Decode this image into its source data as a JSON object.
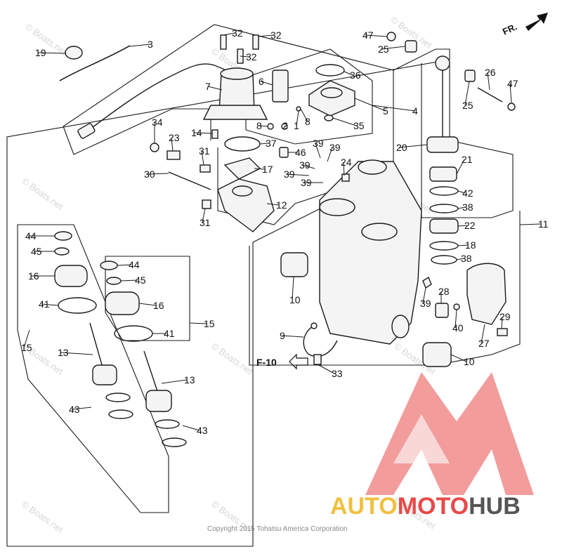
{
  "direction": {
    "label": "FR."
  },
  "reference": {
    "label": "F-10"
  },
  "copyright": "Copyright 2015 Tohatsu America Corporation",
  "watermark": "© Boats.net",
  "brand": {
    "part1": "AUTO",
    "part2": "MOTO",
    "part3": "HUB",
    "colors": {
      "auto": "#f0c040",
      "moto": "#e84a4a",
      "hub": "#555555",
      "logo": "#e84a4a"
    }
  },
  "callouts": {
    "c32a": "32",
    "c32b": "32",
    "c32c": "32",
    "c3": "3",
    "c19": "19",
    "c7": "7",
    "c6": "6",
    "c36": "36",
    "c5": "5",
    "c4": "4",
    "c8a": "8",
    "c2": "2",
    "c1": "1",
    "c8b": "8",
    "c35": "35",
    "c47a": "47",
    "c25a": "25",
    "c26": "26",
    "c47b": "47",
    "c25b": "25",
    "c34": "34",
    "c23": "23",
    "c14": "14",
    "c31a": "31",
    "c30": "30",
    "c37": "37",
    "c46": "46",
    "c17": "17",
    "c12": "12",
    "c31b": "31",
    "c39a": "39",
    "c39b": "39",
    "c39c": "39",
    "c39d": "39",
    "c39e": "39",
    "c24": "24",
    "c20": "20",
    "c21": "21",
    "c42": "42",
    "c38a": "38",
    "c22": "22",
    "c11": "11",
    "c18": "18",
    "c38b": "38",
    "c39f": "39",
    "c28": "28",
    "c40": "40",
    "c29": "29",
    "c27": "27",
    "c10a": "10",
    "c10b": "10",
    "c9": "9",
    "c33": "33",
    "c44a": "44",
    "c45a": "45",
    "c16a": "16",
    "c41a": "41",
    "c15a": "15",
    "c44b": "44",
    "c45b": "45",
    "c16b": "16",
    "c41b": "41",
    "c15b": "15",
    "c13a": "13",
    "c13b": "13",
    "c43a": "43",
    "c43b": "43"
  }
}
